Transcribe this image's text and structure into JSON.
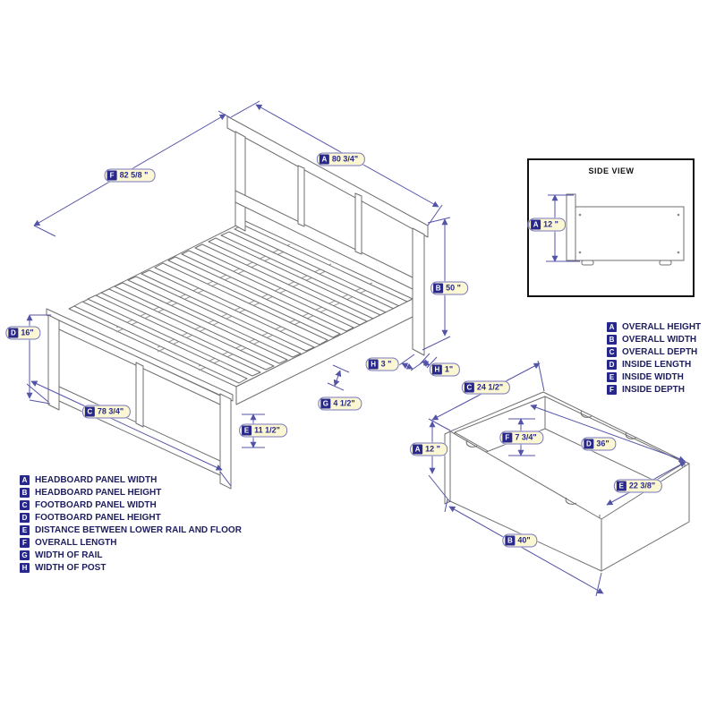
{
  "diagram": {
    "side_view": {
      "title": "SIDE VIEW"
    },
    "bed_dimensions": [
      {
        "letter": "F",
        "value": "82 5/8 \""
      },
      {
        "letter": "A",
        "value": "80 3/4\""
      },
      {
        "letter": "B",
        "value": "50 \""
      },
      {
        "letter": "D",
        "value": "16\""
      },
      {
        "letter": "C",
        "value": "78 3/4\""
      },
      {
        "letter": "E",
        "value": "11 1/2\""
      },
      {
        "letter": "G",
        "value": "4 1/2\""
      },
      {
        "letter": "H",
        "value": "3 \""
      },
      {
        "letter": "H",
        "value": "1\""
      }
    ],
    "drawer_dimensions": [
      {
        "letter": "C",
        "value": "24 1/2\""
      },
      {
        "letter": "A",
        "value": "12 \""
      },
      {
        "letter": "F",
        "value": "7 3/4\""
      },
      {
        "letter": "D",
        "value": "36\""
      },
      {
        "letter": "E",
        "value": "22 3/8\""
      },
      {
        "letter": "B",
        "value": "40\""
      }
    ],
    "side_view_dimension": {
      "letter": "A",
      "value": "12 \""
    },
    "bed_legend": [
      {
        "letter": "A",
        "label": "HEADBOARD PANEL WIDTH"
      },
      {
        "letter": "B",
        "label": "HEADBOARD PANEL HEIGHT"
      },
      {
        "letter": "C",
        "label": "FOOTBOARD PANEL WIDTH"
      },
      {
        "letter": "D",
        "label": "FOOTBOARD PANEL HEIGHT"
      },
      {
        "letter": "E",
        "label": "DISTANCE BETWEEN LOWER RAIL AND FLOOR"
      },
      {
        "letter": "F",
        "label": "OVERALL LENGTH"
      },
      {
        "letter": "G",
        "label": "WIDTH OF RAIL"
      },
      {
        "letter": "H",
        "label": "WIDTH OF POST"
      }
    ],
    "drawer_legend": [
      {
        "letter": "A",
        "label": "OVERALL HEIGHT"
      },
      {
        "letter": "B",
        "label": "OVERALL WIDTH"
      },
      {
        "letter": "C",
        "label": "OVERALL DEPTH"
      },
      {
        "letter": "D",
        "label": "INSIDE LENGTH"
      },
      {
        "letter": "E",
        "label": "INSIDE WIDTH"
      },
      {
        "letter": "F",
        "label": "INSIDE DEPTH"
      }
    ],
    "colors": {
      "dimension_blue": "#5353A8",
      "label_background": "#FBF7D2",
      "letter_badge": "#28288C",
      "line_art_gray": "#6F6F6F"
    }
  }
}
